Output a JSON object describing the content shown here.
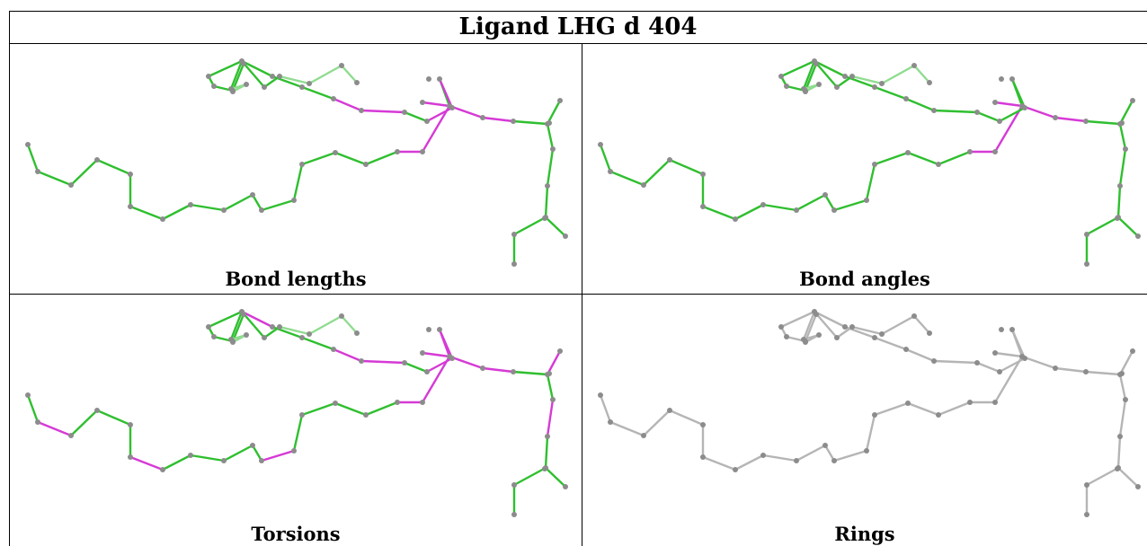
{
  "title": "Ligand LHG d 404",
  "panels": [
    {
      "id": "bond-lengths",
      "caption": "Bond lengths",
      "highlight": [
        15,
        16,
        17,
        18,
        28,
        29,
        30,
        32,
        33
      ]
    },
    {
      "id": "bond-angles",
      "caption": "Bond angles",
      "highlight": [
        15,
        16,
        17,
        18,
        28
      ]
    },
    {
      "id": "torsions",
      "caption": "Torsions",
      "highlight": [
        1,
        5,
        10,
        15,
        16,
        17,
        18,
        21,
        26,
        27,
        28,
        29,
        30,
        32,
        33,
        36
      ]
    },
    {
      "id": "rings",
      "caption": "Rings",
      "highlight": []
    }
  ],
  "colors": {
    "bond": "#2fbf2f",
    "bond_light": "#8fdc8f",
    "highlight": "#d63ad6",
    "highlight_dark": "#9a2f9a",
    "atom": "#8c8c8c",
    "rings_bond": "#b5b5b5"
  }
}
